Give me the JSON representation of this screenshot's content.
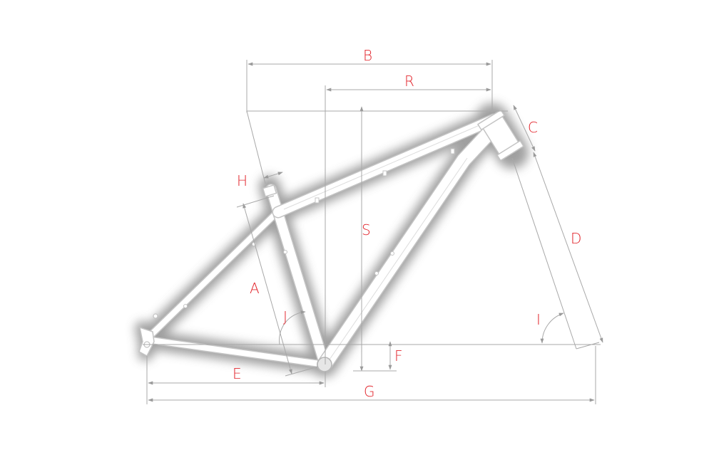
{
  "colors": {
    "label": "#e2242b",
    "line": "#a8a8a8",
    "tube_outline": "#c4c4c4",
    "tube_fill": "#ffffff",
    "glow": "#8f8f8f"
  },
  "labels": {
    "A": "A",
    "B": "B",
    "C": "C",
    "D": "D",
    "E": "E",
    "F": "F",
    "G": "G",
    "H": "H",
    "I": "I",
    "J": "J",
    "R": "R",
    "S": "S"
  }
}
